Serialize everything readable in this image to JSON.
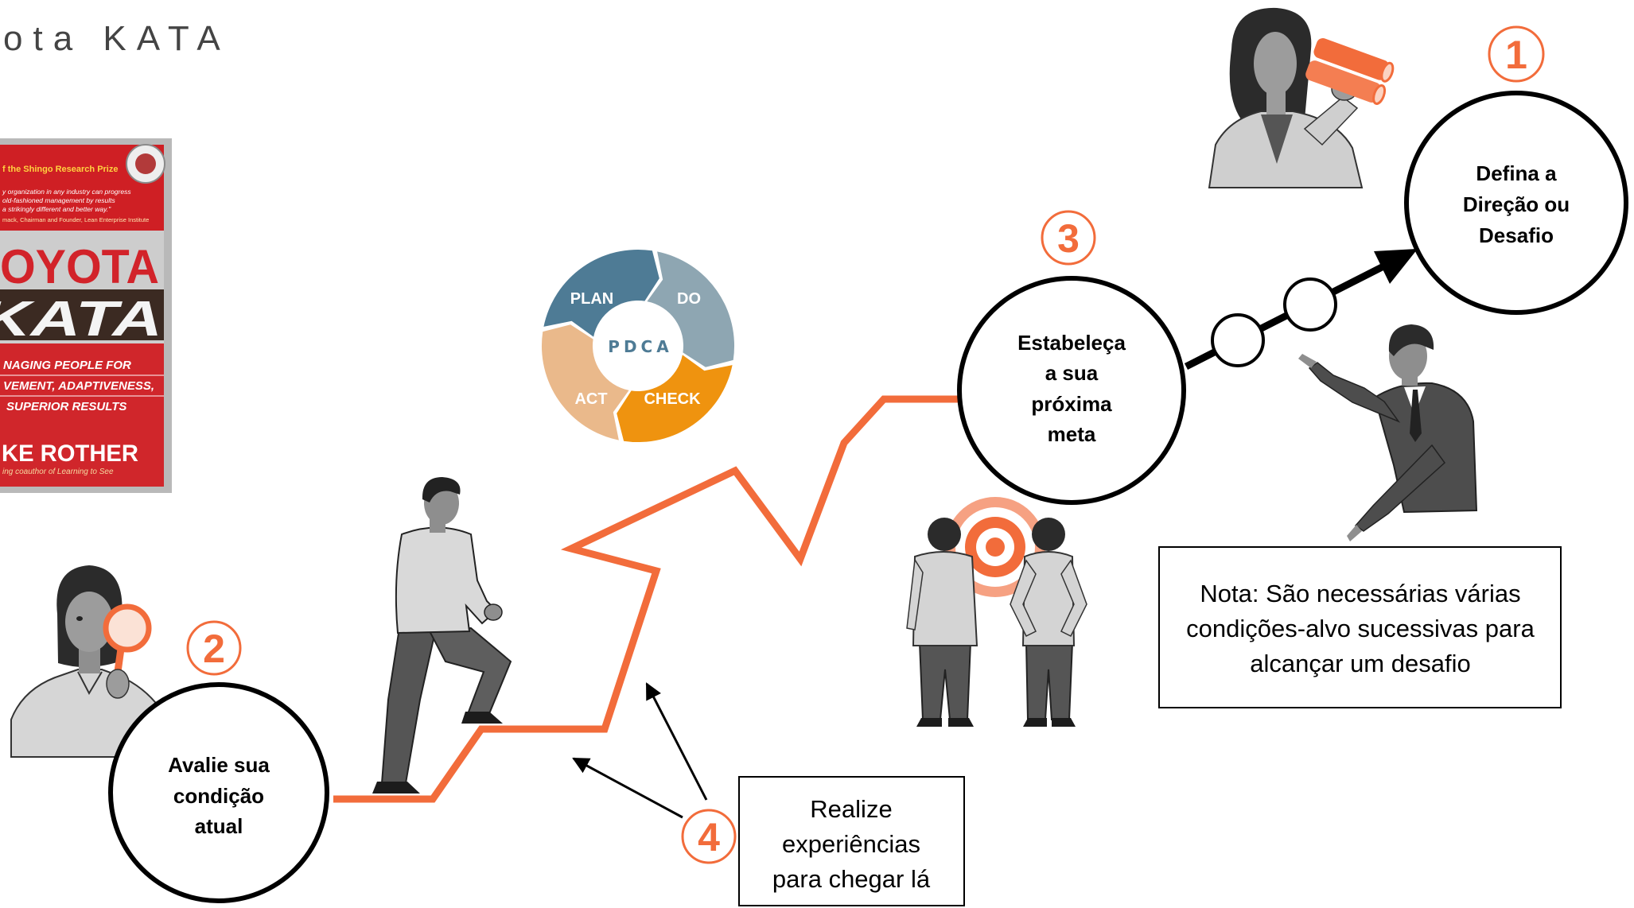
{
  "title": "ota KATA",
  "book_cover": {
    "award": "f the Shingo Research Prize",
    "quote_lines": [
      "y organization in any industry can progress",
      "old-fashioned management by results",
      "a strikingly different and better way.\""
    ],
    "quote_attribution": "mack, Chairman and Founder, Lean Enterprise Institute",
    "title_line_1": "OYOTA",
    "title_line_2": "KATA",
    "subtitle_lines": [
      "NAGING PEOPLE FOR",
      "VEMENT, ADAPTIVENESS,",
      "SUPERIOR RESULTS"
    ],
    "author": "KE ROTHER",
    "author_note": "ing coauthor of Learning to See"
  },
  "pdca": {
    "center_label": "PDCA",
    "segments": [
      {
        "key": "plan",
        "label": "PLAN",
        "color": "#4e7b95"
      },
      {
        "key": "do",
        "label": "DO",
        "color": "#8ea6b2"
      },
      {
        "key": "check",
        "label": "CHECK",
        "color": "#ef930f"
      },
      {
        "key": "act",
        "label": "ACT",
        "color": "#eab98b"
      }
    ]
  },
  "steps": {
    "step_1": {
      "number": "1",
      "lines": [
        "Defina a",
        "Direção ou",
        "Desafio"
      ]
    },
    "step_2": {
      "number": "2",
      "lines": [
        "Avalie sua",
        "condição",
        "atual"
      ]
    },
    "step_3": {
      "number": "3",
      "lines": [
        "Estabeleça",
        "a sua",
        "próxima",
        "meta"
      ]
    },
    "step_4": {
      "number": "4",
      "lines": [
        "Realize",
        "experiências",
        "para chegar lá"
      ]
    }
  },
  "note": {
    "lines": [
      "Nota: São necessárias várias",
      "condições-alvo sucessivas para",
      "alcançar um desafio"
    ]
  },
  "colors": {
    "accent": "#f26c3b",
    "outline": "#000000",
    "figure_light": "#d4d4d4",
    "figure_dark": "#4d4d4d"
  },
  "illustrations": [
    "woman-binoculars-icon",
    "man-pointing-icon",
    "two-men-target-icon",
    "climbing-man-icon",
    "woman-magnifier-icon",
    "book-cover-image"
  ]
}
